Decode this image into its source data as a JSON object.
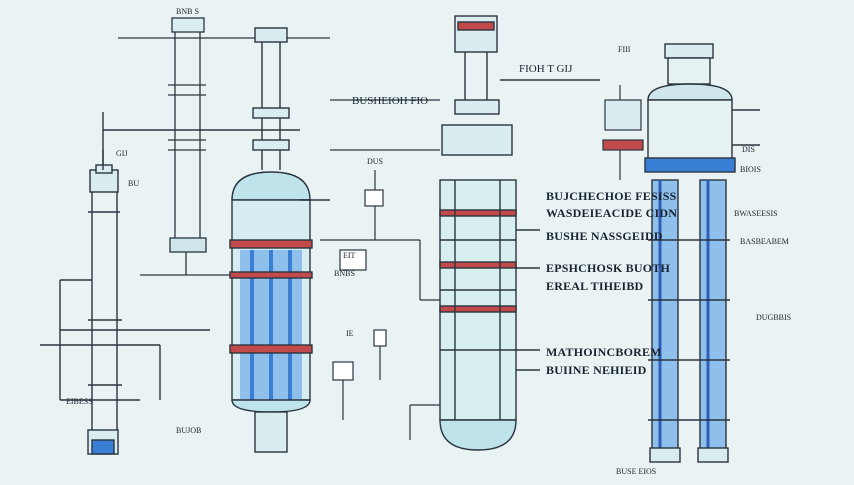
{
  "labels": {
    "top_left": "BNB S",
    "top_center": "FIOH T GIJ",
    "left_upper": "BUSHEIOH FIO",
    "center_small": "DUS",
    "left_small_1": "GIJ",
    "left_small_2": "BU",
    "center_tag": "EIT",
    "center_tag_2": "BNBS",
    "center_boxes": "IE",
    "right_title_1": "BUJCHECHOE FESISS",
    "right_title_2": "WASDEIEACIDE CIDN",
    "right_title_3": "BUSHE NASSGEIDD",
    "right_mid_1": "EPSHCHOSK BUOTH",
    "right_mid_2": "EREAL TIHEIBD",
    "right_low_1": "MATHOINCBOREM",
    "right_low_2": "BUIINE NEHIEID",
    "far_right_1": "FIII",
    "far_right_2": "DIS",
    "far_right_3": "BIOIS",
    "far_right_4": "BWASEESIS",
    "far_right_5": "BASBEABEM",
    "far_right_6": "DUGBBIS",
    "bottom_1": "BUJOB",
    "bottom_2": "EIBESS",
    "bottom_3": "BUSE EIOS"
  },
  "colors": {
    "background": "#eaf3f3",
    "line": "#2b3440",
    "glass": "#bfe3ea",
    "blue": "#3a7fd6",
    "red": "#c24a4a",
    "dark_blue": "#2c5fb8"
  }
}
